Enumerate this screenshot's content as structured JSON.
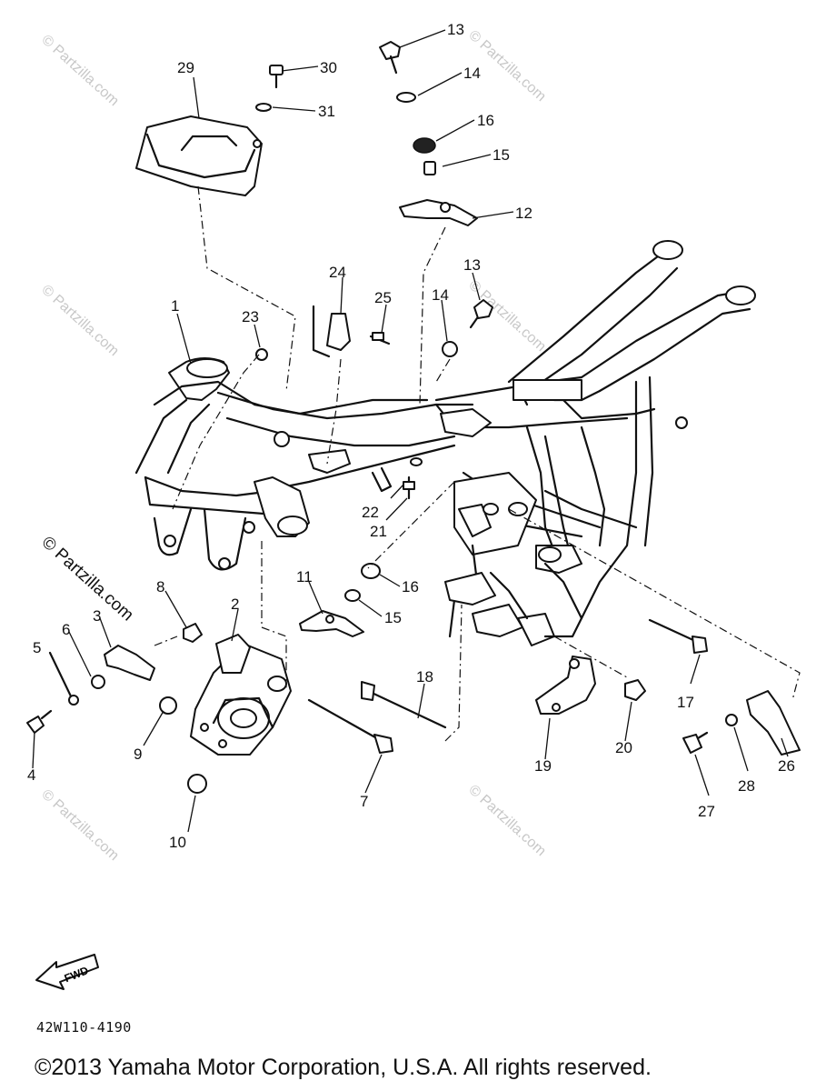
{
  "diagram": {
    "code": "42W110-4190",
    "copyright": "©2013 Yamaha Motor Corporation, U.S.A. All rights reserved.",
    "watermark": "© Partzilla.com",
    "watermark_left": "© Partzilla.com",
    "fwd_label": "FWD",
    "callouts": [
      "1",
      "2",
      "3",
      "4",
      "5",
      "6",
      "7",
      "8",
      "9",
      "10",
      "11",
      "12",
      "13",
      "13",
      "14",
      "14",
      "15",
      "15",
      "16",
      "16",
      "17",
      "18",
      "19",
      "20",
      "21",
      "22",
      "23",
      "24",
      "25",
      "26",
      "27",
      "28",
      "29",
      "30",
      "31"
    ]
  }
}
